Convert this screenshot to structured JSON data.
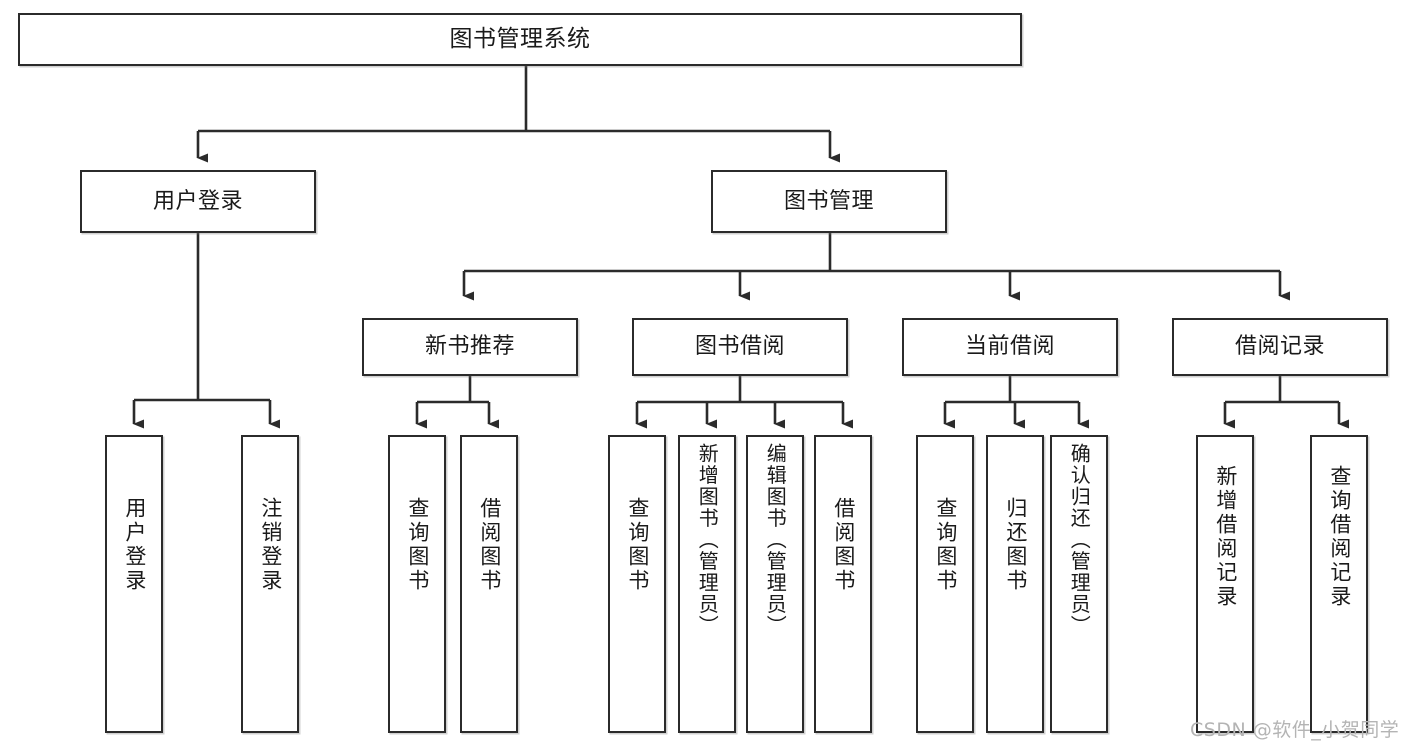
{
  "diagram": {
    "title": "图书管理系统",
    "type": "功能结构图",
    "watermark": "CSDN @软件_小贺同学",
    "colors": {
      "stroke": "#2b2b2b",
      "fill": "#ffffff",
      "text": "#1a1a1a",
      "watermark": "#b4b4b4"
    },
    "nodes": {
      "root": {
        "label": "图书管理系统"
      },
      "level2": [
        {
          "id": "user-login",
          "label": "用户登录"
        },
        {
          "id": "book-manage",
          "label": "图书管理"
        }
      ],
      "level3": [
        {
          "id": "new-book-rec",
          "label": "新书推荐"
        },
        {
          "id": "book-borrow",
          "label": "图书借阅"
        },
        {
          "id": "current-borrow",
          "label": "当前借阅"
        },
        {
          "id": "borrow-record",
          "label": "借阅记录"
        }
      ],
      "leaves": [
        {
          "id": "leaf-user-login",
          "label": "用户登录"
        },
        {
          "id": "leaf-user-logout",
          "label": "注销登录"
        },
        {
          "id": "leaf-query-book-1",
          "label": "查询图书"
        },
        {
          "id": "leaf-borrow-book-1",
          "label": "借阅图书"
        },
        {
          "id": "leaf-query-book-2",
          "label": "查询图书"
        },
        {
          "id": "leaf-add-book",
          "label": "新增图书（管理员）"
        },
        {
          "id": "leaf-edit-book",
          "label": "编辑图书（管理员）"
        },
        {
          "id": "leaf-borrow-book-2",
          "label": "借阅图书"
        },
        {
          "id": "leaf-query-book-3",
          "label": "查询图书"
        },
        {
          "id": "leaf-return-book",
          "label": "归还图书"
        },
        {
          "id": "leaf-confirm-return",
          "label": "确认归还（管理员）"
        },
        {
          "id": "leaf-add-record",
          "label": "新增借阅记录"
        },
        {
          "id": "leaf-query-record",
          "label": "查询借阅记录"
        }
      ]
    }
  }
}
